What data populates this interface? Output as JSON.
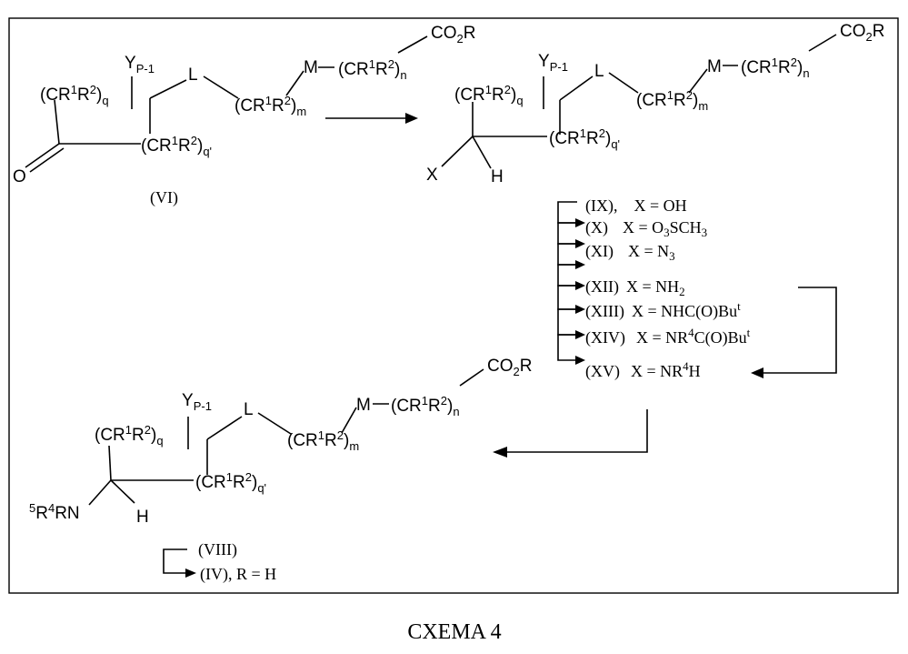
{
  "caption": "CXEMA 4",
  "compound_vi": {
    "label": "(VI)",
    "y_group": "Y",
    "y_sub": "P-1",
    "ring_top": "(CR",
    "r1": "1",
    "r": "R",
    "r2": "2",
    "q": "q",
    "l": "L",
    "chain_m": "(CR",
    "m": "m",
    "metal": "M",
    "chain_n": "(CR",
    "n": "n",
    "ester": "CO",
    "ester_sub": "2",
    "ester_r": "R",
    "ring_bottom": "(CR",
    "qp": "q'",
    "oxygen": "O"
  },
  "compound_mid": {
    "x": "X",
    "h": "H"
  },
  "series": [
    {
      "label": "(IX),",
      "x": "X = OH"
    },
    {
      "label": "(X)",
      "x": "X = O",
      "sub": "3",
      "tail": "SCH",
      "sub2": "3"
    },
    {
      "label": "(XI)",
      "x": "X = N",
      "sub": "3"
    },
    {
      "label": "(XII)",
      "x": "X = NH",
      "sub": "2"
    },
    {
      "label": "(XIII)",
      "x": "X = NHC(O)Bu",
      "sup": "t"
    },
    {
      "label": "(XIV)",
      "x": "X = NR",
      "sup": "4",
      "tail": "C(O)Bu",
      "sup2": "t"
    },
    {
      "label": "(XV)",
      "x": "X = NR",
      "sup": "4",
      "tail": "H"
    }
  ],
  "compound_final": {
    "amine_pre": "5",
    "amine_r": "R",
    "amine_4": "4",
    "amine_rn": "RN",
    "h": "H"
  },
  "final_steps": [
    {
      "label": "(VIII)"
    },
    {
      "label": "(IV), R = H"
    }
  ]
}
